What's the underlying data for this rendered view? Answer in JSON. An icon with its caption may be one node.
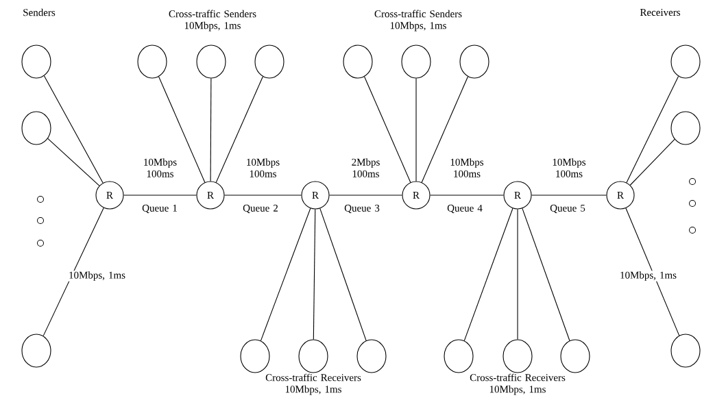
{
  "diagram": {
    "nodes": [
      {
        "text": [],
        "shape": "circle"
      },
      {
        "text": [],
        "shape": "circle"
      },
      {
        "text": [],
        "shape": "circle"
      },
      {
        "text": [],
        "shape": "circle"
      },
      {
        "text": [],
        "shape": "circle"
      },
      {
        "text": [],
        "shape": "circle"
      },
      {
        "text": [],
        "shape": "circle"
      },
      {
        "text": [],
        "shape": "circle"
      },
      {
        "text": [],
        "shape": "circle"
      },
      {
        "text": [
          "R"
        ]
      },
      {
        "text": [
          "R"
        ]
      },
      {
        "text": [
          "R"
        ]
      },
      {
        "text": [
          "R"
        ]
      },
      {
        "text": [
          "R"
        ]
      },
      {
        "text": [
          "R"
        ]
      },
      {
        "text": [],
        "shape": "circle"
      },
      {
        "text": [],
        "shape": "circle"
      },
      {
        "text": [],
        "shape": "circle"
      },
      {
        "text": [],
        "shape": "circle"
      },
      {
        "text": [],
        "shape": "circle"
      },
      {
        "text": [],
        "shape": "circle"
      },
      {
        "text": [],
        "shape": "circle"
      },
      {
        "text": [],
        "shape": "circle"
      },
      {
        "text": [],
        "shape": "circle"
      }
    ],
    "edges": [
      {
        "from": 0,
        "to": 9,
        "arrow": "none"
      },
      {
        "from": 1,
        "to": 9,
        "arrow": "none"
      },
      {
        "from": 2,
        "to": 9,
        "arrow": "none",
        "label": "10Mbps, 1ms"
      },
      {
        "from": 3,
        "to": 10,
        "arrow": "none"
      },
      {
        "from": 4,
        "to": 10,
        "arrow": "none"
      },
      {
        "from": 5,
        "to": 10,
        "arrow": "none"
      },
      {
        "from": 6,
        "to": 12,
        "arrow": "none"
      },
      {
        "from": 7,
        "to": 12,
        "arrow": "none"
      },
      {
        "from": 8,
        "to": 12,
        "arrow": "none"
      },
      {
        "from": 9,
        "to": 10,
        "arrow": "none",
        "label": "10Mbps 100ms"
      },
      {
        "from": 10,
        "to": 11,
        "arrow": "none",
        "label": "10Mbps 100ms"
      },
      {
        "from": 11,
        "to": 12,
        "arrow": "none",
        "label": "2Mbps 100ms"
      },
      {
        "from": 12,
        "to": 13,
        "arrow": "none",
        "label": "10Mbps 100ms"
      },
      {
        "from": 13,
        "to": 14,
        "arrow": "none",
        "label": "10Mbps 100ms"
      },
      {
        "from": 11,
        "to": 15,
        "arrow": "none"
      },
      {
        "from": 11,
        "to": 16,
        "arrow": "none"
      },
      {
        "from": 11,
        "to": 17,
        "arrow": "none"
      },
      {
        "from": 13,
        "to": 18,
        "arrow": "none"
      },
      {
        "from": 13,
        "to": 19,
        "arrow": "none"
      },
      {
        "from": 13,
        "to": 20,
        "arrow": "none"
      },
      {
        "from": 14,
        "to": 21,
        "arrow": "none"
      },
      {
        "from": 14,
        "to": 22,
        "arrow": "none"
      },
      {
        "from": 14,
        "to": 23,
        "arrow": "none",
        "label": "10Mbps, 1ms"
      }
    ],
    "labels": [
      "Cross-traffic Senders 10Mbps, 1ms",
      "Cross-traffic Senders 10Mbps, 1ms",
      "Senders",
      "Receivers",
      "Queue 1",
      "Queue 2",
      "Queue 3",
      "Queue 4",
      "Queue 5",
      "Cross-traffic Receivers 10Mbps, 1ms",
      "Cross-traffic Receivers 10Mbps, 1ms"
    ]
  }
}
